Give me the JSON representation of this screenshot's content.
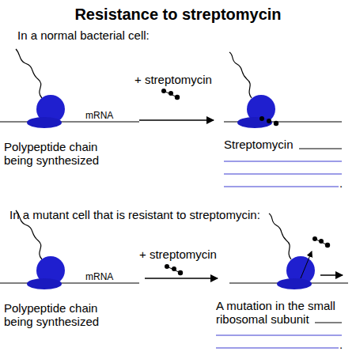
{
  "diagram": {
    "title": "Resistance to streptomycin",
    "labels": [
      "In a normal bacterial cell:",
      "mRNA",
      "+ streptomycin",
      "Polypeptide chain being synthesized",
      "Streptomycin",
      ".",
      "In a mutant cell that is resistant to streptomycin:",
      "mRNA",
      "+ streptomycin",
      "Polypeptide chain being synthesized",
      "A mutation in the small ribosomal subunit",
      "."
    ]
  }
}
